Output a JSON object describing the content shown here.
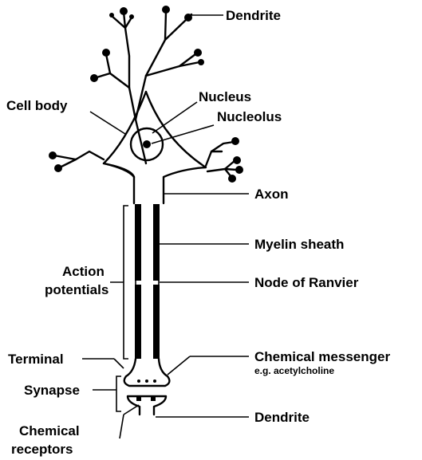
{
  "labels": {
    "dendrite_top": "Dendrite",
    "nucleus": "Nucleus",
    "nucleolus": "Nucleolus",
    "cell_body": "Cell body",
    "axon": "Axon",
    "myelin_sheath": "Myelin sheath",
    "node_of_ranvier": "Node of Ranvier",
    "action_potentials_line1": "Action",
    "action_potentials_line2": "potentials",
    "terminal": "Terminal",
    "chemical_messenger": "Chemical messenger",
    "chemical_messenger_example": "e.g. acetylcholine",
    "synapse": "Synapse",
    "dendrite_bottom": "Dendrite",
    "chemical_receptors_line1": "Chemical",
    "chemical_receptors_line2": "receptors"
  }
}
